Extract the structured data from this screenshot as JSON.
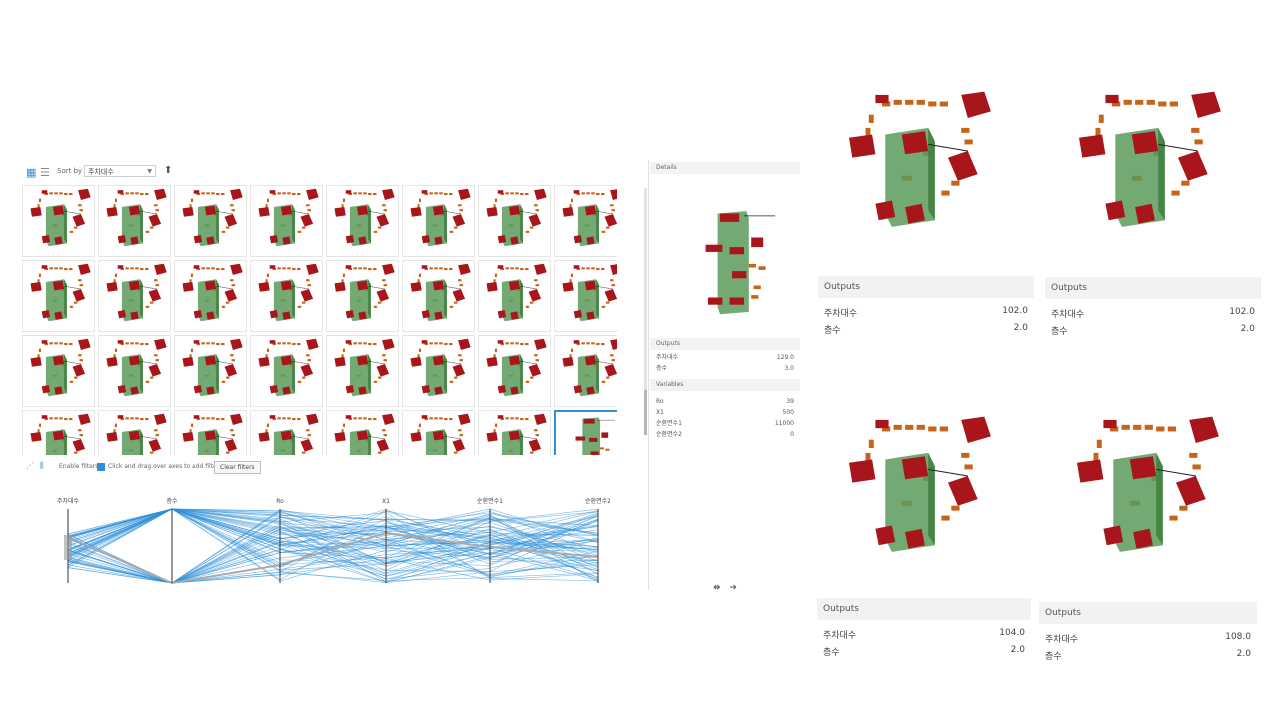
{
  "toolbar": {
    "sort_label": "Sort by",
    "sort_value": "주차대수"
  },
  "grid": {
    "rows": 4,
    "cols": 8,
    "selected_index": 31
  },
  "filterbar": {
    "enable_label": "Enable filters",
    "hint": "Click and drag over axes to add filters",
    "clear_label": "Clear filters"
  },
  "parallel_axes": [
    "주차대수",
    "층수",
    "Ro",
    "X1",
    "순환면수1",
    "순환면수2"
  ],
  "details": {
    "title": "Details",
    "outputs_title": "Outputs",
    "outputs": [
      {
        "label": "주차대수",
        "value": "129.0"
      },
      {
        "label": "층수",
        "value": "3.0"
      }
    ],
    "variables_title": "Variables",
    "variables": [
      {
        "label": "Ro",
        "value": "39"
      },
      {
        "label": "X1",
        "value": "500"
      },
      {
        "label": "순환면수1",
        "value": "11000"
      },
      {
        "label": "순환면수2",
        "value": "0"
      }
    ]
  },
  "cards": [
    {
      "outputs_title": "Outputs",
      "rows": [
        {
          "label": "주차대수",
          "value": "102.0"
        },
        {
          "label": "층수",
          "value": "2.0"
        }
      ]
    },
    {
      "outputs_title": "Outputs",
      "rows": [
        {
          "label": "주차대수",
          "value": "102.0"
        },
        {
          "label": "층수",
          "value": "2.0"
        }
      ]
    },
    {
      "outputs_title": "Outputs",
      "rows": [
        {
          "label": "주차대수",
          "value": "104.0"
        },
        {
          "label": "층수",
          "value": "2.0"
        }
      ]
    },
    {
      "outputs_title": "Outputs",
      "rows": [
        {
          "label": "주차대수",
          "value": "108.0"
        },
        {
          "label": "층수",
          "value": "2.0"
        }
      ]
    }
  ],
  "colors": {
    "accent": "#2f8fd8",
    "building_green": "#5a9a5a",
    "block_red": "#a8161b",
    "parking_orange": "#c8641a"
  }
}
